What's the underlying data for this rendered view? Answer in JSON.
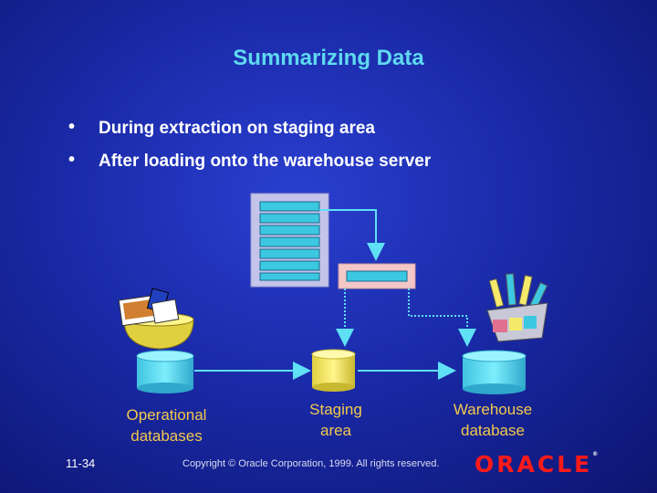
{
  "slide": {
    "title": "Summarizing Data",
    "bullets": [
      "During extraction on staging area",
      "After loading onto the warehouse server"
    ],
    "bullet_glyph": "•"
  },
  "diagram": {
    "labels": {
      "operational": [
        "Operational",
        "databases"
      ],
      "staging": [
        "Staging",
        "area"
      ],
      "warehouse": [
        "Warehouse",
        "database"
      ]
    },
    "icons": [
      "table-stack-icon",
      "summary-row-icon",
      "data-bowl-icon",
      "data-basket-icon",
      "database-cylinder-icon"
    ],
    "colors": {
      "cylinder_operational": "#5fe0f5",
      "cylinder_staging": "#f5ea6a",
      "cylinder_warehouse": "#5fe0f5",
      "table_frame": "#c4c4ea",
      "table_rows": "#3cc8e0",
      "summary_frame": "#f4c8c8",
      "arrows": "#5fe0f5",
      "labels": "#f2c94c",
      "title": "#5fd9f0"
    }
  },
  "footer": {
    "page_number": "11-34",
    "copyright": "Copyright © Oracle Corporation, 1999. All rights reserved.",
    "logo_text": "ORACLE",
    "logo_mark": "®"
  }
}
